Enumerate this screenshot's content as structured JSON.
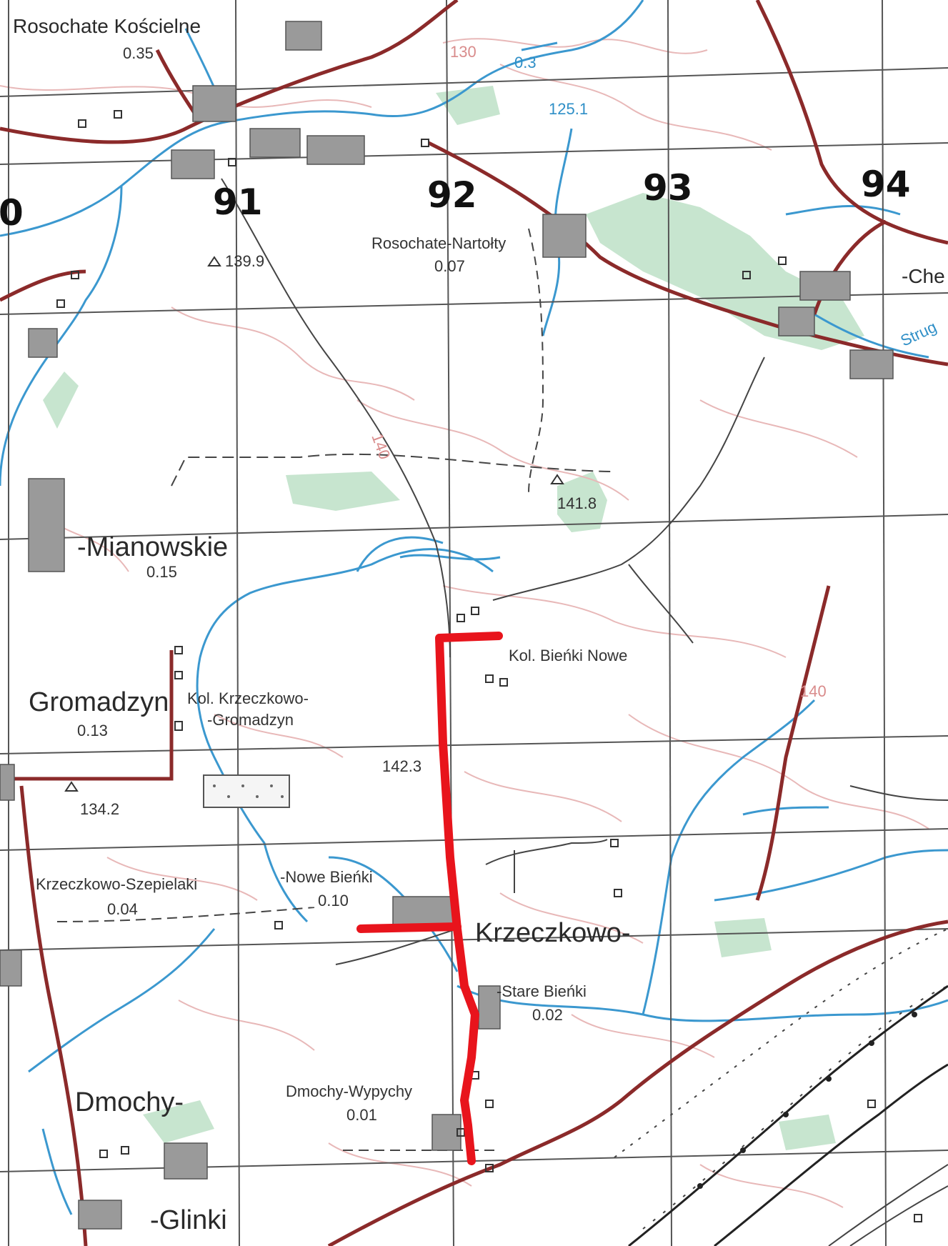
{
  "map": {
    "grid_numbers": [
      "0",
      "91",
      "92",
      "93",
      "94"
    ],
    "colors": {
      "background": "#ffffff",
      "grid": "#555555",
      "road": "#8b2a2a",
      "water": "#2f8fc7",
      "contour": "#e6b3b3",
      "forest": "#bfe0c8",
      "building": "#9a9a9a",
      "route": "#e8141c"
    },
    "places": [
      {
        "id": "rosochate-koscielne",
        "name": "Rosochate Kościelne",
        "value": "0.35"
      },
      {
        "id": "rosochate-nartolty",
        "name": "Rosochate-Nartołty",
        "value": "0.07"
      },
      {
        "id": "che",
        "name": "-Che",
        "value": ""
      },
      {
        "id": "mianowskie",
        "name": "-Mianowskie",
        "value": "0.15"
      },
      {
        "id": "gromadzyn",
        "name": "Gromadzyn",
        "value": "0.13"
      },
      {
        "id": "kol-krzeczkowo",
        "name": "Kol. Krzeczkowo-",
        "value": ""
      },
      {
        "id": "kol-gromadzyn",
        "name": "-Gromadzyn",
        "value": ""
      },
      {
        "id": "kol-bienki-nowe",
        "name": "Kol. Bieńki Nowe",
        "value": ""
      },
      {
        "id": "krzeczkowo-szepielaki",
        "name": "Krzeczkowo-Szepielaki",
        "value": "0.04"
      },
      {
        "id": "nowe-bienki",
        "name": "-Nowe Bieńki",
        "value": "0.10"
      },
      {
        "id": "krzeczkowo",
        "name": "Krzeczkowo-",
        "value": ""
      },
      {
        "id": "stare-bienki",
        "name": "-Stare Bieńki",
        "value": "0.02"
      },
      {
        "id": "dmochy",
        "name": "Dmochy-",
        "value": ""
      },
      {
        "id": "dmochy-wypychy",
        "name": "Dmochy-Wypychy",
        "value": "0.01"
      },
      {
        "id": "glinki",
        "name": "-Glinki",
        "value": ""
      }
    ],
    "spot_heights": [
      "139.9",
      "141.8",
      "142.3",
      "134.2",
      "125.1"
    ],
    "misc_labels": [
      "130",
      "140",
      "140",
      "0.3",
      "Strug"
    ]
  }
}
